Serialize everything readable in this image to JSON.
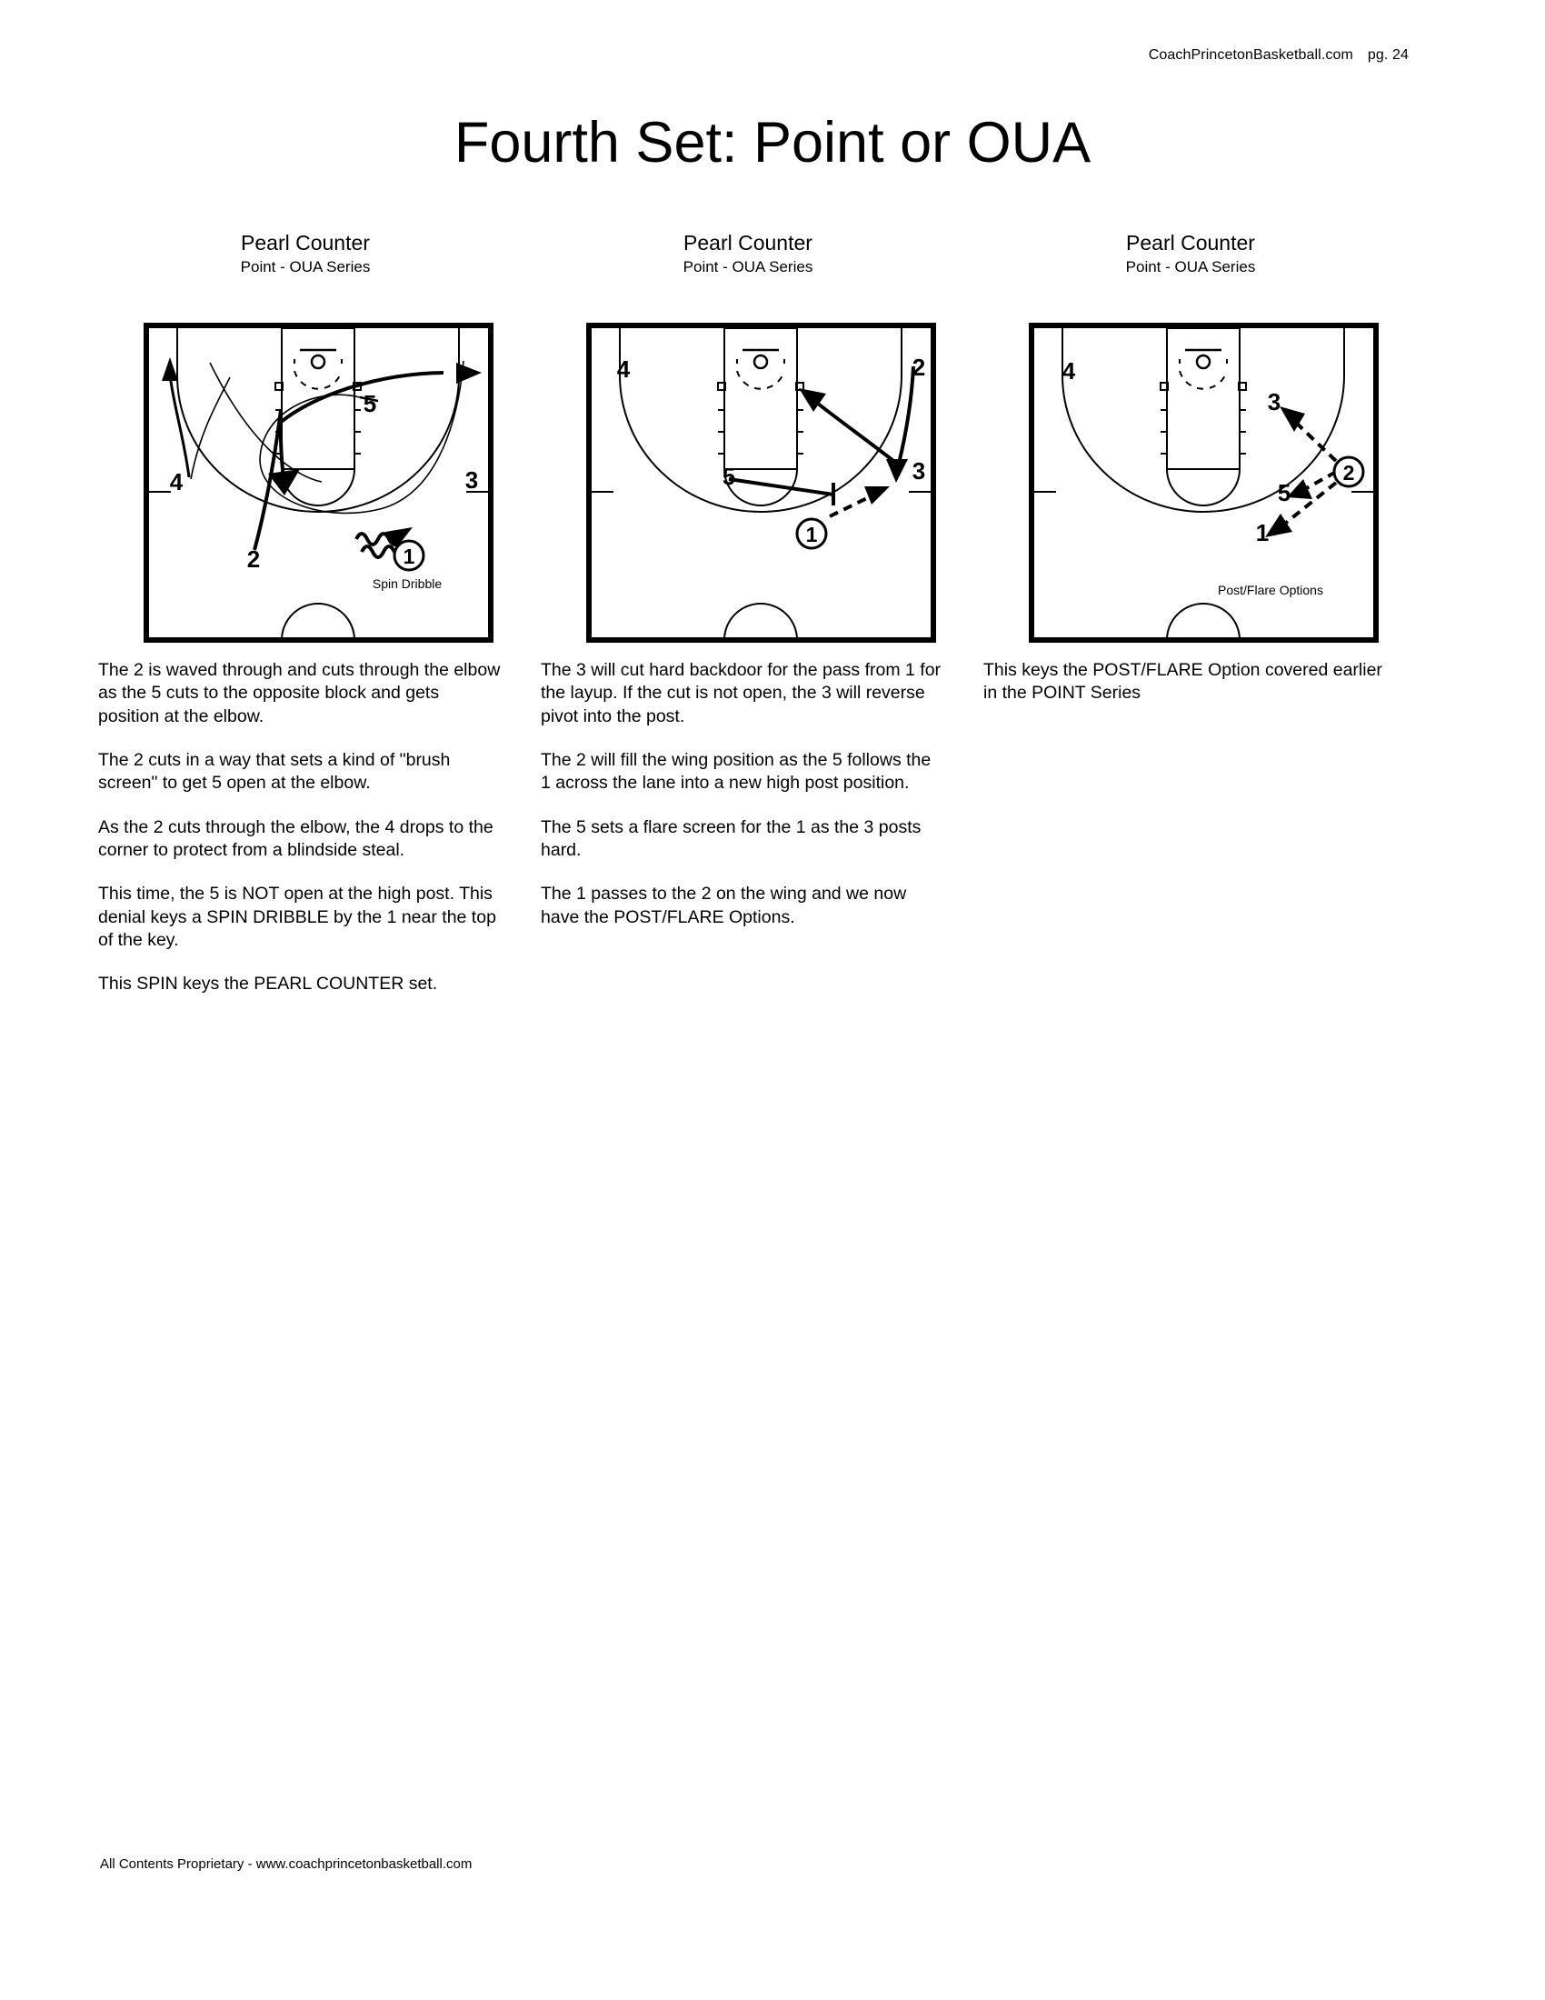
{
  "header": {
    "site": "CoachPrincetonBasketball.com",
    "page_label": "pg. 24"
  },
  "title": "Fourth Set: Point or OUA",
  "footer": "All Contents Proprietary - www.coachprincetonbasketball.com",
  "colors": {
    "ink": "#000000",
    "paper": "#ffffff"
  },
  "columns": [
    {
      "diagram_title": "Pearl Counter",
      "diagram_subtitle": "Point - OUA Series",
      "court": {
        "annotation": "Spin Dribble",
        "players": [
          {
            "id": "4",
            "label": "4",
            "circled": false
          },
          {
            "id": "5",
            "label": "5",
            "circled": false
          },
          {
            "id": "3",
            "label": "3",
            "circled": false
          },
          {
            "id": "2",
            "label": "2",
            "circled": false
          },
          {
            "id": "1",
            "label": "1",
            "circled": true
          }
        ]
      },
      "notes": [
        "The 2 is waved through and cuts through the elbow as the 5 cuts to the opposite block and gets position at the elbow.",
        "The 2 cuts in a way that sets a kind of \"brush screen\" to get 5 open at the elbow.",
        "As the 2 cuts through the elbow, the 4 drops to the corner to protect from a blindside steal.",
        "This time, the 5 is NOT open at the high post. This denial keys a SPIN DRIBBLE by the 1 near the top of the key.",
        "This SPIN keys the PEARL COUNTER set."
      ]
    },
    {
      "diagram_title": "Pearl Counter",
      "diagram_subtitle": "Point - OUA Series",
      "court": {
        "annotation": "",
        "players": [
          {
            "id": "4",
            "label": "4",
            "circled": false
          },
          {
            "id": "2",
            "label": "2",
            "circled": false
          },
          {
            "id": "3",
            "label": "3",
            "circled": false
          },
          {
            "id": "5",
            "label": "5",
            "circled": false
          },
          {
            "id": "1",
            "label": "1",
            "circled": true
          }
        ]
      },
      "notes": [
        "The 3 will cut hard backdoor for the pass from 1 for the layup. If the cut is not open, the 3 will reverse pivot into the post.",
        "The 2 will fill the wing position as the 5 follows the 1 across the lane into a new high post position.",
        "The 5 sets a flare screen for the 1 as the 3 posts hard.",
        "The 1 passes to the 2 on the wing and we now have the POST/FLARE Options."
      ]
    },
    {
      "diagram_title": "Pearl Counter",
      "diagram_subtitle": "Point - OUA Series",
      "court": {
        "annotation": "Post/Flare Options",
        "players": [
          {
            "id": "4",
            "label": "4",
            "circled": false
          },
          {
            "id": "3",
            "label": "3",
            "circled": false
          },
          {
            "id": "5",
            "label": "5",
            "circled": false
          },
          {
            "id": "1",
            "label": "1",
            "circled": false
          },
          {
            "id": "2",
            "label": "2",
            "circled": true
          }
        ]
      },
      "notes": [
        "This keys the POST/FLARE Option covered earlier in the POINT Series"
      ]
    }
  ]
}
